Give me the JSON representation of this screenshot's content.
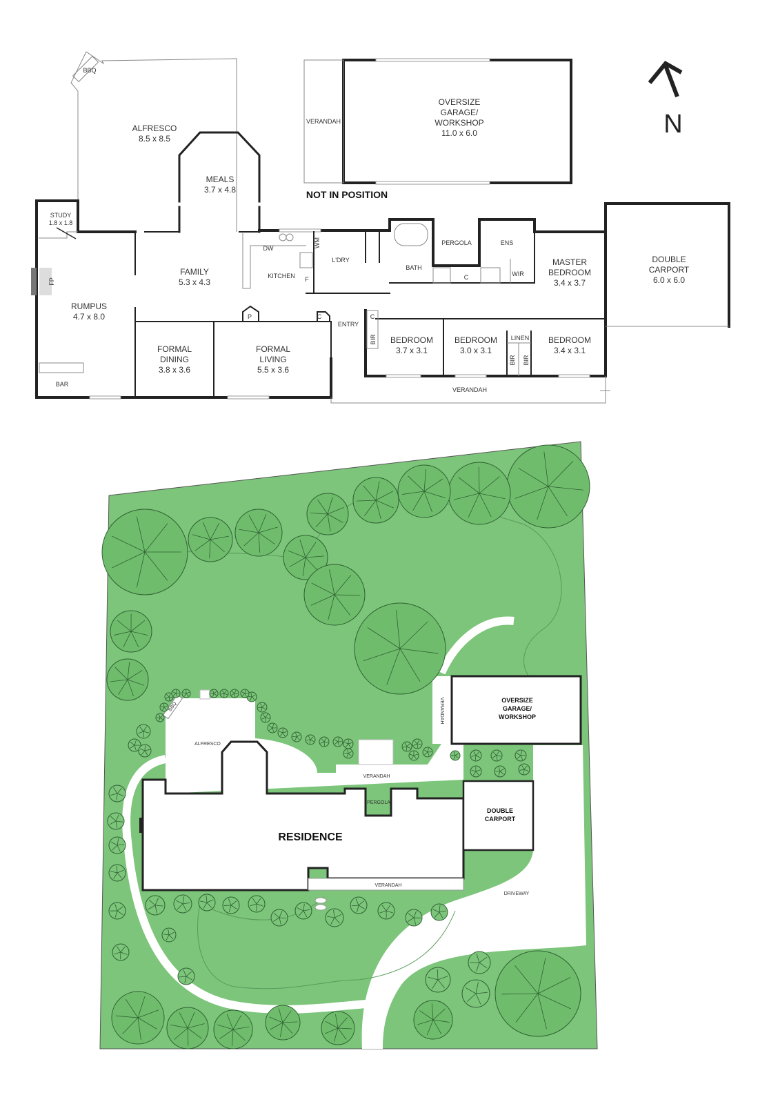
{
  "floor_plan": {
    "rooms": {
      "alfresco": {
        "name": "ALFRESCO",
        "size": "8.5 x 8.5"
      },
      "bbq": "BBQ",
      "meals": {
        "name": "MEALS",
        "size": "3.7 x 4.8"
      },
      "study": {
        "name": "STUDY",
        "size": "1.8 x 1.8"
      },
      "family": {
        "name": "FAMILY",
        "size": "5.3 x 4.3"
      },
      "rumpus": {
        "name": "RUMPUS",
        "size": "4.7 x 8.0"
      },
      "fp": "FP",
      "bar": "BAR",
      "kitchen": "KITCHEN",
      "dw": "DW",
      "wm": "WM",
      "fridge": "F",
      "pantry": "P",
      "laundry": "L'DRY",
      "cupboard": "C",
      "entry": "ENTRY",
      "formal_dining": {
        "name1": "FORMAL",
        "name2": "DINING",
        "size": "3.8 x 3.6"
      },
      "formal_living": {
        "name1": "FORMAL",
        "name2": "LIVING",
        "size": "5.5 x 3.6"
      },
      "bath": "BATH",
      "pergola": "PERGOLA",
      "ens": "ENS",
      "wir": "WIR",
      "bir": "BIR",
      "linen": "LINEN",
      "master": {
        "name1": "MASTER",
        "name2": "BEDROOM",
        "size": "3.4 x 3.7"
      },
      "bedroom1": {
        "name": "BEDROOM",
        "size": "3.7 x 3.1"
      },
      "bedroom2": {
        "name": "BEDROOM",
        "size": "3.0 x 3.1"
      },
      "bedroom3": {
        "name": "BEDROOM",
        "size": "3.4 x 3.1"
      },
      "verandah": "VERANDAH",
      "carport": {
        "name1": "DOUBLE",
        "name2": "CARPORT",
        "size": "6.0 x 6.0"
      },
      "garage": {
        "name1": "OVERSIZE",
        "name2": "GARAGE/",
        "name3": "WORKSHOP",
        "size": "11.0 x 6.0"
      },
      "garage_verandah": "VERANDAH"
    },
    "not_in_position": "NOT IN POSITION",
    "north": "N"
  },
  "site_plan": {
    "residence": "RESIDENCE",
    "alfresco": "ALFRESCO",
    "bbq": "BBQ",
    "pergola": "PERGOLA",
    "verandah_rear": "VERANDAH",
    "verandah_front": "VERANDAH",
    "verandah_garage": "VERANDAH",
    "garage": {
      "line1": "OVERSIZE",
      "line2": "GARAGE/",
      "line3": "WORKSHOP"
    },
    "carport": {
      "line1": "DOUBLE",
      "line2": "CARPORT"
    },
    "driveway": "DRIVEWAY"
  },
  "colors": {
    "lawn": "#7cc57a",
    "tree_line": "#2f5f33",
    "wall": "#222222"
  }
}
